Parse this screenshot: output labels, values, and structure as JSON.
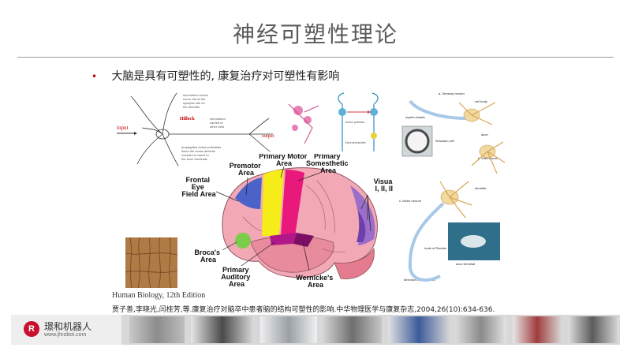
{
  "slide": {
    "title": "神经可塑性理论",
    "bullet": "大脑是具有可塑性的, 康复治疗对可塑性有影响"
  },
  "neuron_figure": {
    "input": "input",
    "output": "output",
    "hillock": "Hillock"
  },
  "brain_figure": {
    "labels": {
      "primary_motor": [
        "Primary Motor",
        "Area"
      ],
      "premotor": [
        "Premotor",
        "Area"
      ],
      "primary_somesthetic": [
        "Primary",
        "Somesthetic",
        "Area"
      ],
      "frontal_eye": [
        "Frontal",
        "Eye",
        "Field Area"
      ],
      "visual": [
        "Visual",
        "I, II, III"
      ],
      "brocas": [
        "Broca's",
        "Area"
      ],
      "primary_auditory": [
        "Primary",
        "Auditory",
        "Area"
      ],
      "wernickes": [
        "Wernicke's",
        "Area"
      ]
    },
    "colors": {
      "cortex": "#f2a9b5",
      "motor": "#f5ec1a",
      "somesthetic": "#e8197a",
      "premotor": "#4b63c9",
      "visual": "#9b6fc9",
      "broca": "#7ccd4a",
      "wernicke": "#b0188a"
    }
  },
  "motor_neuron_figure": {
    "labels": {
      "sensory_neuron": "a. Sensory neuron",
      "interneuron": "b. Interneuron",
      "motor_neuron": "c. Motor neuron",
      "cell_body": "cell body",
      "axon": "axon",
      "dendrite": "dendrite",
      "schwann_cell": "Schwann cell",
      "node_of_ranvier": "node of Ranvier",
      "axon_terminal": "axon terminal",
      "myelin_sheath": "myelin sheath",
      "direction_of_conduction": "direction of conduction"
    }
  },
  "caption": "Human Biology, 12th Edition",
  "reference": "贾子善,李晓光,闫桂芳,等.康复治疗对脑卒中患者脑的结构可塑性的影响.中华物理医学与康复杂志,2004,26(10):634-636.",
  "footer": {
    "logo_mark": "R",
    "company": "璟和机器人",
    "url": "www.jhrobot.com"
  }
}
